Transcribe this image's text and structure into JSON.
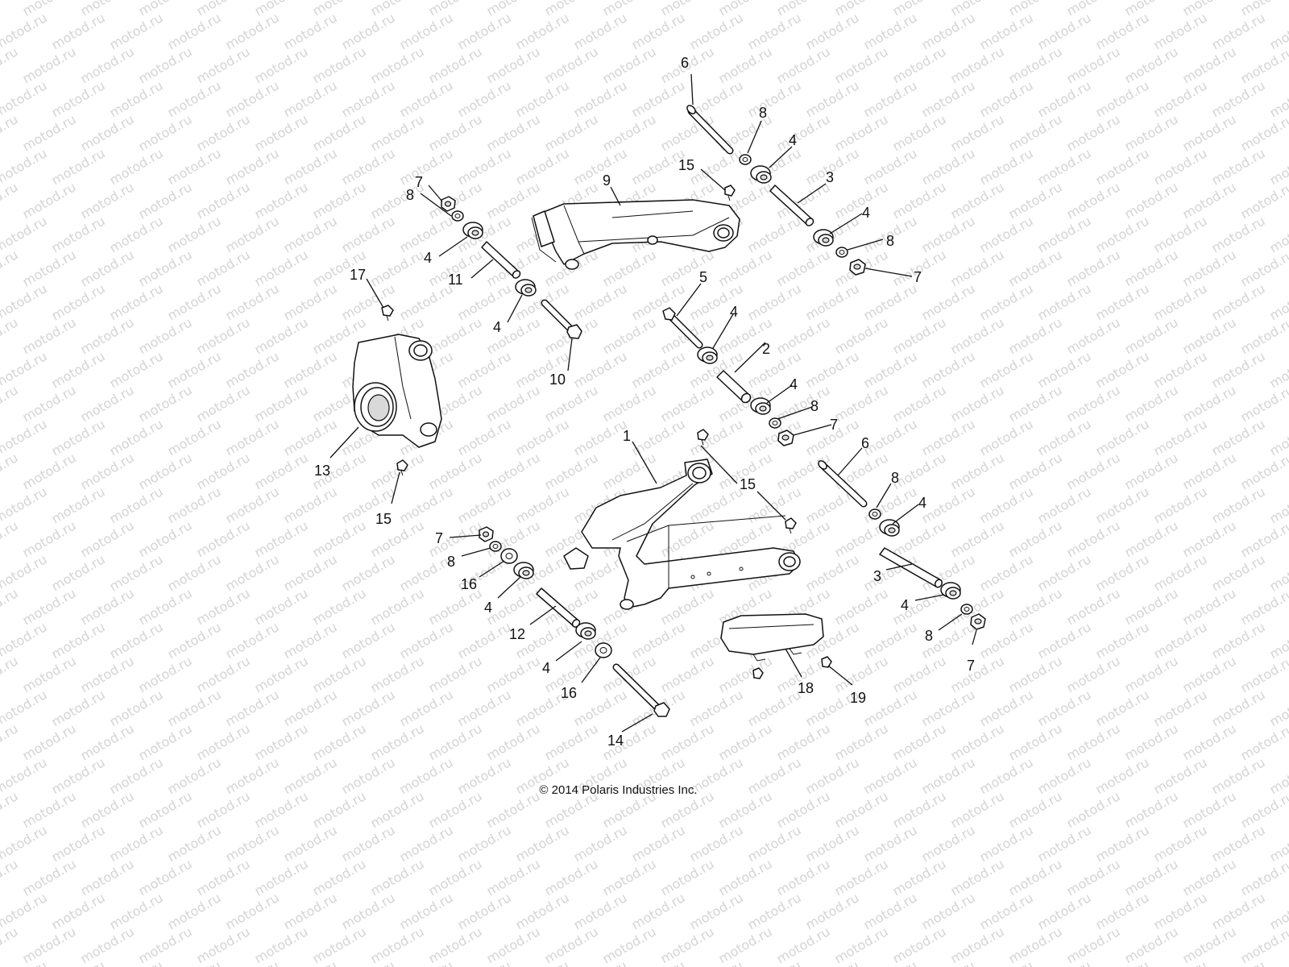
{
  "diagram": {
    "watermark_text": "motod.ru",
    "copyright": "© 2014 Polaris Industries Inc.",
    "callouts": [
      {
        "id": "c6a",
        "label": "6"
      },
      {
        "id": "c8a",
        "label": "8"
      },
      {
        "id": "c4a",
        "label": "4"
      },
      {
        "id": "c15a",
        "label": "15"
      },
      {
        "id": "c9",
        "label": "9"
      },
      {
        "id": "c3a",
        "label": "3"
      },
      {
        "id": "c4b",
        "label": "4"
      },
      {
        "id": "c8b",
        "label": "8"
      },
      {
        "id": "c7a",
        "label": "7"
      },
      {
        "id": "c7b",
        "label": "7"
      },
      {
        "id": "c8c",
        "label": "8"
      },
      {
        "id": "c4c",
        "label": "4"
      },
      {
        "id": "c11",
        "label": "11"
      },
      {
        "id": "c4d",
        "label": "4"
      },
      {
        "id": "c10",
        "label": "10"
      },
      {
        "id": "c17",
        "label": "17"
      },
      {
        "id": "c5",
        "label": "5"
      },
      {
        "id": "c4e",
        "label": "4"
      },
      {
        "id": "c2",
        "label": "2"
      },
      {
        "id": "c4f",
        "label": "4"
      },
      {
        "id": "c8d",
        "label": "8"
      },
      {
        "id": "c7c",
        "label": "7"
      },
      {
        "id": "c13",
        "label": "13"
      },
      {
        "id": "c15b",
        "label": "15"
      },
      {
        "id": "c1",
        "label": "1"
      },
      {
        "id": "c15c",
        "label": "15"
      },
      {
        "id": "c6b",
        "label": "6"
      },
      {
        "id": "c8e",
        "label": "8"
      },
      {
        "id": "c4g",
        "label": "4"
      },
      {
        "id": "c7d",
        "label": "7"
      },
      {
        "id": "c8f",
        "label": "8"
      },
      {
        "id": "c16a",
        "label": "16"
      },
      {
        "id": "c4h",
        "label": "4"
      },
      {
        "id": "c12",
        "label": "12"
      },
      {
        "id": "c4i",
        "label": "4"
      },
      {
        "id": "c16b",
        "label": "16"
      },
      {
        "id": "c14",
        "label": "14"
      },
      {
        "id": "c3b",
        "label": "3"
      },
      {
        "id": "c4j",
        "label": "4"
      },
      {
        "id": "c8g",
        "label": "8"
      },
      {
        "id": "c7e",
        "label": "7"
      },
      {
        "id": "c18",
        "label": "18"
      },
      {
        "id": "c19",
        "label": "19"
      }
    ]
  }
}
